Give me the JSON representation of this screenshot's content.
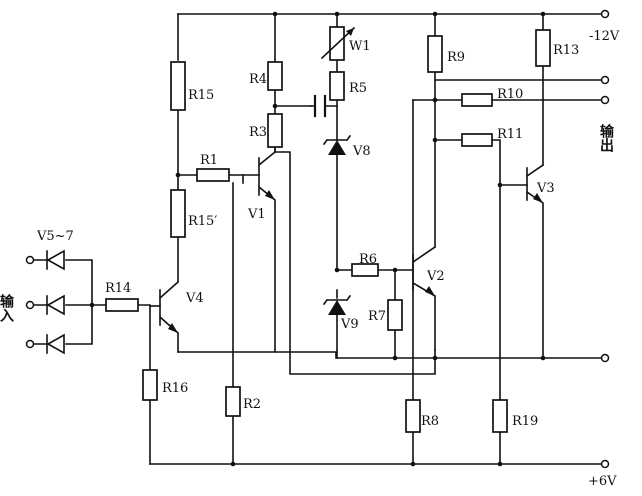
{
  "rails": {
    "top": "-12V",
    "bottom": "+6V"
  },
  "io": {
    "input_label": "输入",
    "output_label": "输出"
  },
  "labels": {
    "V5_7": "V5~7",
    "R14": "R14",
    "V4": "V4",
    "R15": "R15",
    "R15p": "R15′",
    "R16": "R16",
    "R1": "R1",
    "R2": "R2",
    "R3": "R3",
    "R4": "R4",
    "V1": "V1",
    "W1": "W1",
    "R5": "R5",
    "V8": "V8",
    "V9": "V9",
    "R6": "R6",
    "R7": "R7",
    "V2": "V2",
    "R8": "R8",
    "R9": "R9",
    "R10": "R10",
    "R11": "R11",
    "R13": "R13",
    "V3": "V3",
    "R19": "R19"
  }
}
